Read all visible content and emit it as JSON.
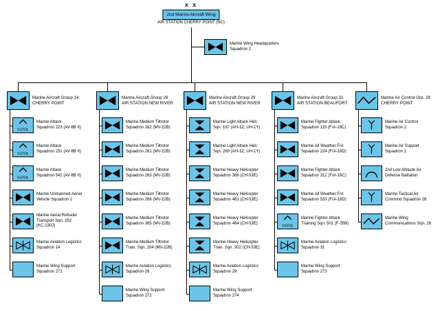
{
  "colors": {
    "box_fill": "#6cc4e8",
    "box_border": "#000000",
    "line": "#000000",
    "background": "#ffffff"
  },
  "chart": {
    "echelon": "X X",
    "root": {
      "label": "2nd Marine Aircraft Wing",
      "location": "AIR STATION CHERRY POINT (NC)"
    },
    "headquarters": {
      "icon": "headquarters",
      "lines": [
        "Marine Wing Headquarters",
        "Squadron 2"
      ]
    },
    "groups": [
      {
        "icon": "fixed-wing",
        "lines": [
          "Marine Aircraft Group 14",
          "CHERRY POINT"
        ],
        "units": [
          {
            "icon": "vstol",
            "lines": [
              "Marine Attack",
              "Squadron 223 (AV-8B II)"
            ]
          },
          {
            "icon": "vstol",
            "lines": [
              "Marine Attack",
              "Squadron 231 (AV-8B II)"
            ]
          },
          {
            "icon": "vstol",
            "lines": [
              "Marine Attack",
              "Squadron 542 (AV-8B II)"
            ]
          },
          {
            "icon": "uav",
            "lines": [
              "Marine Unmanned Aerial",
              "Vehicle Squadron 2"
            ]
          },
          {
            "icon": "refueler",
            "lines": [
              "Marine Aerial Refueler",
              "Transport Sqn. 252",
              "(KC-130J)"
            ]
          },
          {
            "icon": "logistics",
            "lines": [
              "Marine Aviation Logistics",
              "Squadron 14"
            ]
          },
          {
            "icon": "wing-support",
            "lines": [
              "Marine Wing Support",
              "Squadron 271"
            ]
          }
        ]
      },
      {
        "icon": "fixed-wing",
        "lines": [
          "Marine Aircraft Group 26",
          "AIR STATION NEW RIVER"
        ],
        "units": [
          {
            "icon": "tiltrotor",
            "lines": [
              "Marine Medium Tiltrotor",
              "Squadron 162 (MV-22B)"
            ]
          },
          {
            "icon": "tiltrotor",
            "lines": [
              "Marine Medium Tiltrotor",
              "Squadron 261 (MV-22B)"
            ]
          },
          {
            "icon": "tiltrotor",
            "lines": [
              "Marine Medium Tiltrotor",
              "Squadron 263 (MV-22B)"
            ]
          },
          {
            "icon": "tiltrotor",
            "lines": [
              "Marine Medium Tiltrotor",
              "Squadron 266 (MV-22B)"
            ]
          },
          {
            "icon": "tiltrotor",
            "lines": [
              "Marine Medium Tiltrotor",
              "Squadron 365 (MV-22B)"
            ]
          },
          {
            "icon": "tiltrotor-training",
            "lines": [
              "Marine Medium Tiltrotor",
              "Train. Sqn. 204 (MV-22B)"
            ]
          },
          {
            "icon": "logistics",
            "lines": [
              "Marine Aviation Logistics",
              "Squadron 26"
            ]
          },
          {
            "icon": "wing-support",
            "lines": [
              "Marine Wing Support",
              "Squadron 272"
            ]
          }
        ]
      },
      {
        "icon": "fixed-wing",
        "lines": [
          "Marine Aircraft Group 29",
          "AIR STATION NEW RIVER"
        ],
        "units": [
          {
            "icon": "rotary",
            "lines": [
              "Marine Light Attack Heli.",
              "Sqn. 167 (AH-1Z, UH-1Y)"
            ]
          },
          {
            "icon": "rotary",
            "lines": [
              "Marine Light Attack Heli.",
              "Sqn. 269 (AH-1Z, UH-1Y)"
            ]
          },
          {
            "icon": "heavy-helo",
            "lines": [
              "Marine Heavy Helicopter",
              "Squadron 366 (CH-53E)"
            ]
          },
          {
            "icon": "heavy-helo",
            "lines": [
              "Marine Heavy Helicopter",
              "Squadron 461 (CH-53E)"
            ]
          },
          {
            "icon": "heavy-helo",
            "lines": [
              "Marine Heavy Helicopter",
              "Squadron 464 (CH-53E)"
            ]
          },
          {
            "icon": "heavy-helo-training",
            "lines": [
              "Marine Heavy Helicopter",
              "Train. Sqn. 302 (CH-53E)"
            ]
          },
          {
            "icon": "logistics",
            "lines": [
              "Marine Aviation Logistics",
              "Squadron 29"
            ]
          },
          {
            "icon": "wing-support",
            "lines": [
              "Marine Wing Support",
              "Squadron 274"
            ]
          }
        ]
      },
      {
        "icon": "fixed-wing",
        "lines": [
          "Marine Aircraft Group 31",
          "AIR STATION BEAUFORT"
        ],
        "units": [
          {
            "icon": "fixed-wing",
            "lines": [
              "Marine Fighter Attack",
              "Squadron 115 (F/A-18C)"
            ]
          },
          {
            "icon": "fixed-wing",
            "lines": [
              "Marine All Weather F/A",
              "Squadron 224 (F/A-18D)"
            ]
          },
          {
            "icon": "fixed-wing",
            "lines": [
              "Marine Fighter Attack",
              "Squadron 312 (F/A-18C)"
            ]
          },
          {
            "icon": "fixed-wing",
            "lines": [
              "Marine All Weather F/A",
              "Squadron 533 (F/A-18D)"
            ]
          },
          {
            "icon": "vstol",
            "lines": [
              "Marine Fighter Attack",
              "Training Sqn. 501 (F-35B)"
            ]
          },
          {
            "icon": "logistics",
            "lines": [
              "Marine Aviation Logistics",
              "Squadron 31"
            ]
          },
          {
            "icon": "wing-support",
            "lines": [
              "Marine Wing Support",
              "Squadron 273"
            ]
          }
        ]
      },
      {
        "icon": "comms",
        "lines": [
          "Marine Air Control Grp. 28",
          "CHERRY POINT"
        ],
        "units": [
          {
            "icon": "air-control",
            "lines": [
              "Marine Air Control",
              "Squadron 2"
            ]
          },
          {
            "icon": "air-support",
            "lines": [
              "Marine Air Support",
              "Squadron 1"
            ]
          },
          {
            "icon": "air-defense",
            "lines": [
              "2nd Low Altitude Air",
              "Defense Battalion"
            ]
          },
          {
            "icon": "tactical-air-command",
            "lines": [
              "Marine Tactical Air",
              "Commnd Squadron 28"
            ]
          },
          {
            "icon": "comms",
            "lines": [
              "Marine Wing",
              "Communications Sqn. 28"
            ]
          }
        ]
      }
    ]
  }
}
